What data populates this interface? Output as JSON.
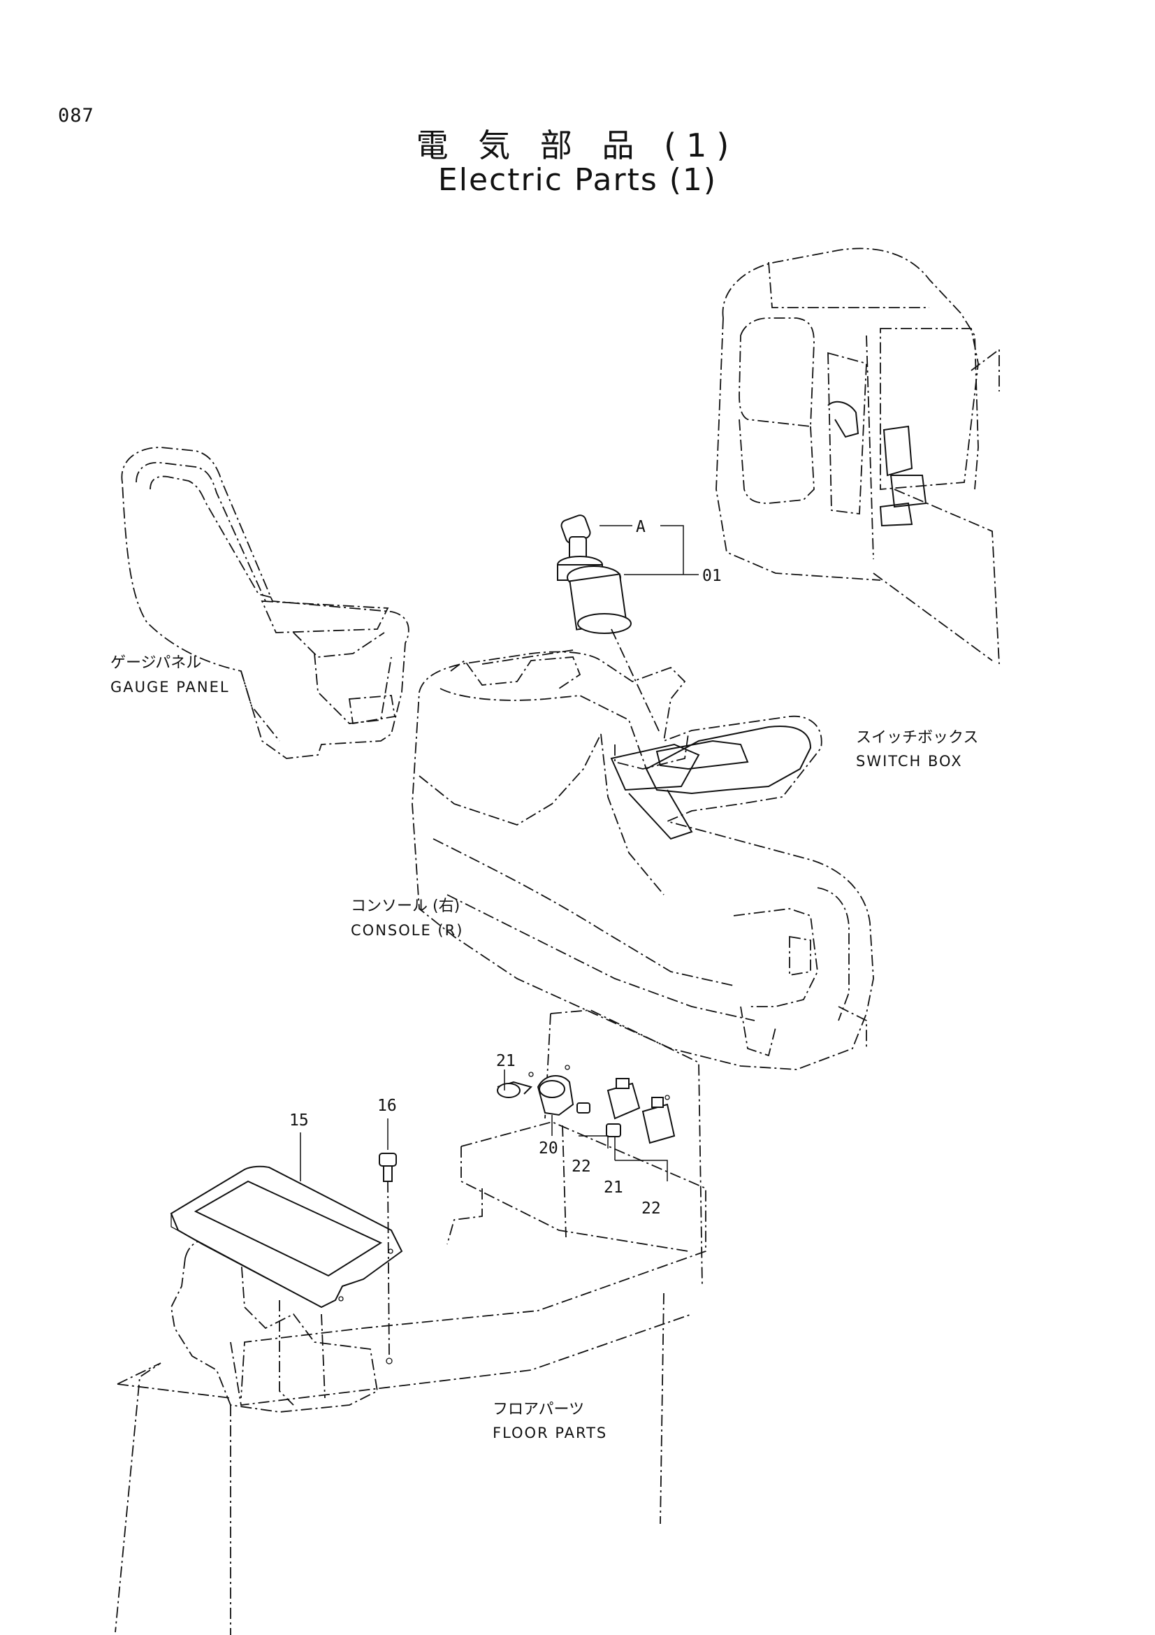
{
  "page_number": "087",
  "title": {
    "japanese": "電 気 部 品 (1)",
    "english": "Electric Parts (1)"
  },
  "assembly_labels": {
    "gauge_panel": {
      "ja": "ゲージパネル",
      "en": "GAUGE PANEL"
    },
    "switch_box": {
      "ja": "スイッチボックス",
      "en": "SWITCH BOX"
    },
    "console_r": {
      "ja": "コンソール (右)",
      "en": "CONSOLE (R)"
    },
    "floor_parts": {
      "ja": "フロアパーツ",
      "en": "FLOOR PARTS"
    }
  },
  "callouts": {
    "key_switch_ref": "A",
    "key_switch_part": "01",
    "part_15": "15",
    "part_16": "16",
    "part_20": "20",
    "part_21_upper": "21",
    "part_21_lower": "21",
    "part_22_upper": "22",
    "part_22_lower": "22"
  },
  "colors": {
    "ink": "#111111",
    "paper": "#ffffff"
  }
}
